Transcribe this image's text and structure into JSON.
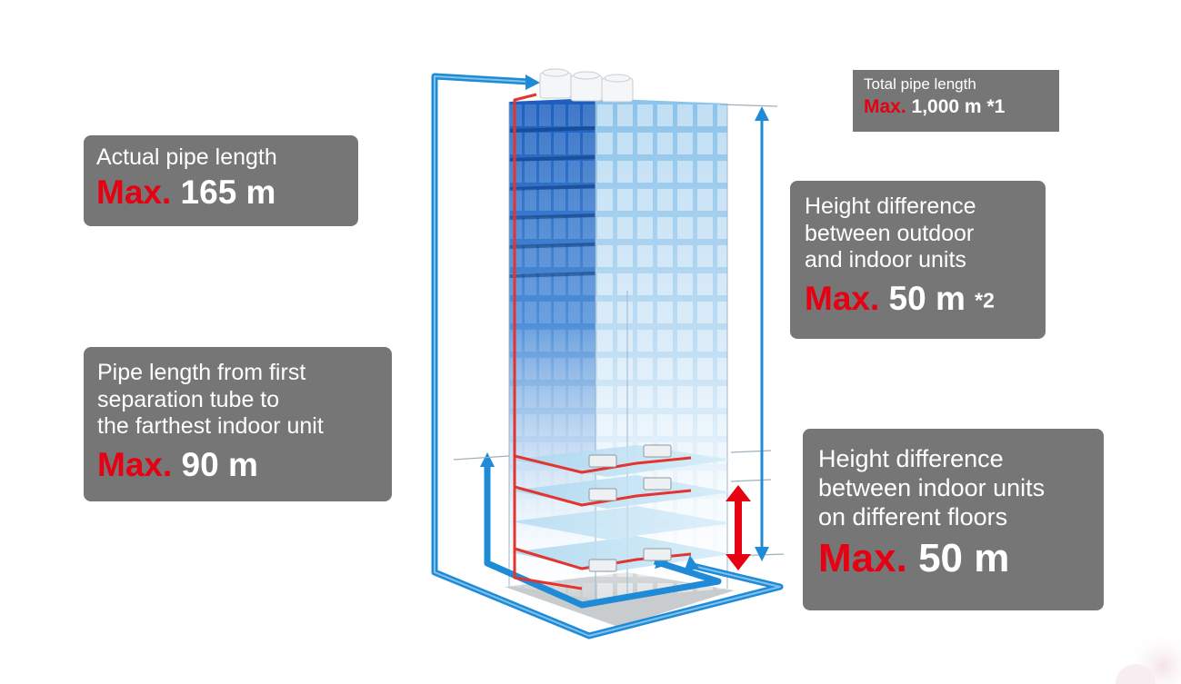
{
  "labels": {
    "total_pipe": {
      "lines": [
        "Total pipe length"
      ],
      "max_keyword": "Max.",
      "max_value": "1,000 m",
      "note": "*1"
    },
    "actual_pipe": {
      "lines": [
        "Actual pipe length"
      ],
      "max_keyword": "Max.",
      "max_value": "165 m"
    },
    "height_outdoor_indoor": {
      "lines": [
        "Height difference",
        "between outdoor",
        "and indoor units"
      ],
      "max_keyword": "Max.",
      "max_value": "50 m",
      "note": "*2"
    },
    "first_separation": {
      "lines": [
        "Pipe length from first",
        "separation tube to",
        "the farthest indoor unit"
      ],
      "max_keyword": "Max.",
      "max_value": "90 m"
    },
    "height_between_floors": {
      "lines": [
        "Height difference",
        "between indoor units",
        "on different floors"
      ],
      "max_keyword": "Max.",
      "max_value": "50 m"
    }
  },
  "colors": {
    "label_background": "#777676",
    "label_text": "#ffffff",
    "max_keyword": "#e60012",
    "pipe_blue": "#1f8ad6",
    "refrigerant_pipe": "#e3342f",
    "building_glass": "#1f6fc6"
  }
}
